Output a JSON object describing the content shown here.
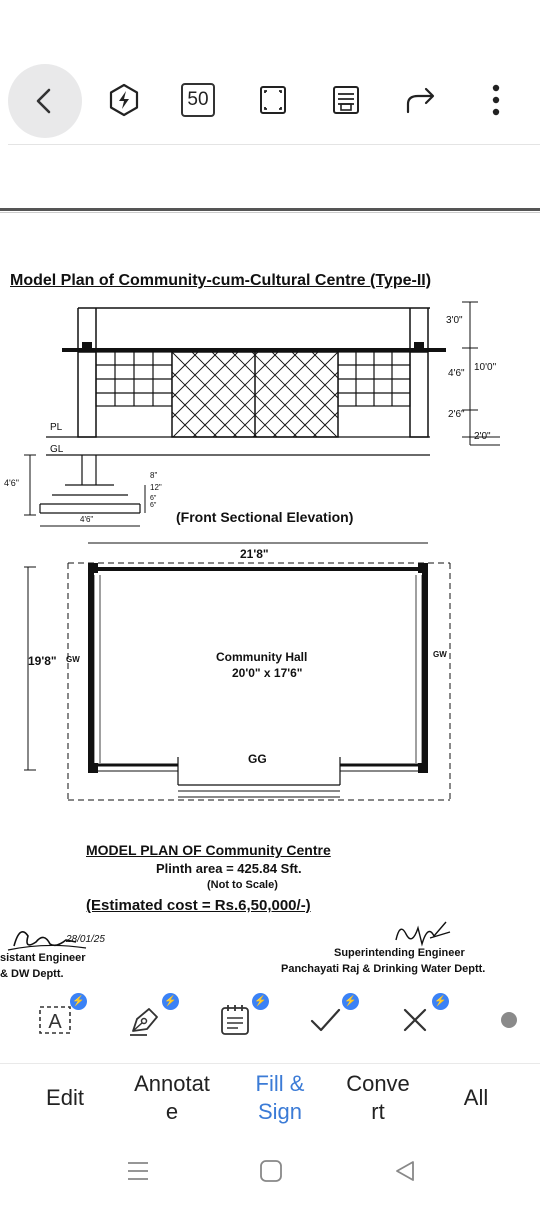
{
  "toolbar": {
    "page_badge": "50",
    "icons": [
      "back-arrow-icon",
      "bolt-hexagon-icon",
      "page-count-icon",
      "fullscreen-icon",
      "reader-mode-icon",
      "share-icon",
      "more-vert-icon"
    ]
  },
  "document": {
    "title": "Model Plan of Community-cum-Cultural Centre (Type-II)",
    "elevation": {
      "dim_3_0": "3'0\"",
      "dim_10_0": "10'0\"",
      "dim_4_6_right": "4'6\"",
      "dim_2_6": "2'6\"",
      "dim_2_0": "2'0\"",
      "pl": "PL",
      "gl": "GL",
      "dim_4_6_left": "4'6\"",
      "dim_8": "8\"",
      "dim_12": "12\"",
      "dim_6a": "6\"",
      "dim_6b": "6\"",
      "dim_4_6_base": "4'6\"",
      "caption": "(Front Sectional Elevation)"
    },
    "plan": {
      "width_dim": "21'8\"",
      "height_dim": "19'8\"",
      "gw_left": "GW",
      "gw_right": "GW",
      "room_name": "Community Hall",
      "room_size": "20'0\" x 17'6\"",
      "gate": "GG"
    },
    "caption": {
      "heading": "MODEL PLAN OF Community Centre",
      "plinth": "Plinth area = 425.84 Sft.",
      "scale": "(Not to Scale)",
      "cost": "(Estimated cost = Rs.6,50,000/-)"
    },
    "signatures": {
      "left_date": "28/01/25",
      "left_title": "sistant  Engineer",
      "left_dept": "& DW Deptt.",
      "right_title": "Superintending Engineer",
      "right_dept": "Panchayati Raj & Drinking Water Deptt."
    }
  },
  "tools": {
    "items": [
      "text-box-icon",
      "pen-icon",
      "form-icon",
      "check-icon",
      "cross-icon",
      "dot-icon"
    ],
    "badge_glyph": "⚡"
  },
  "tabs": [
    {
      "label": "Edit",
      "active": false
    },
    {
      "label": "Annotat\ne",
      "active": false
    },
    {
      "label": "Fill &\nSign",
      "active": true
    },
    {
      "label": "Conve\nrt",
      "active": false
    },
    {
      "label": "All",
      "active": false
    }
  ],
  "colors": {
    "accent": "#3b7bd6",
    "badge": "#3b82f6",
    "back_bg": "#e9e9ea"
  }
}
